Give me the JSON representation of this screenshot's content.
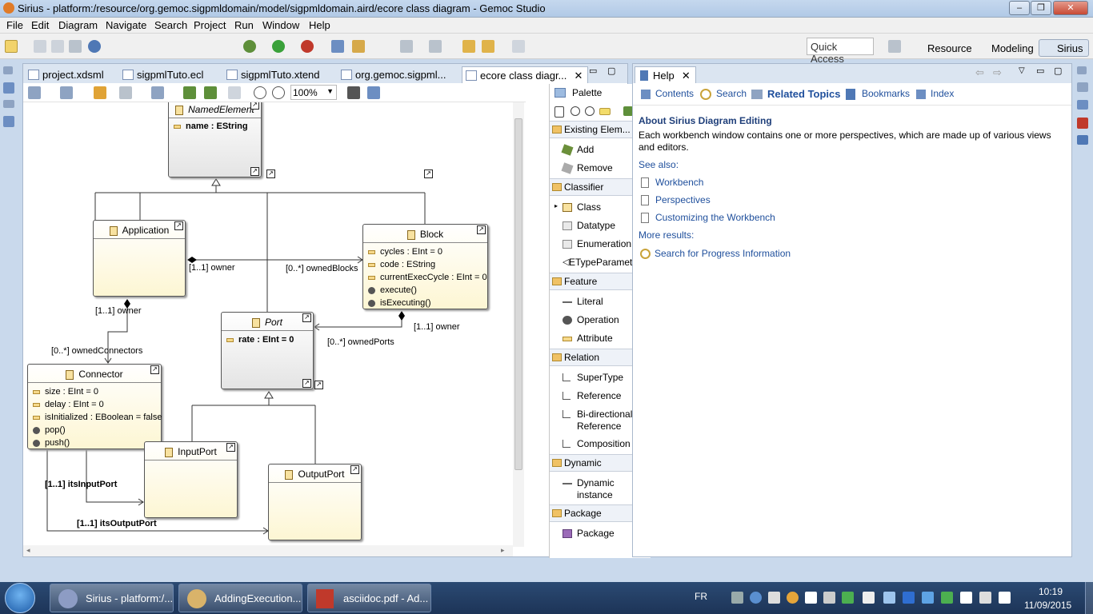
{
  "window": {
    "title": "Sirius - platform:/resource/org.gemoc.sigpmldomain/model/sigpmldomain.aird/ecore class diagram - Gemoc Studio"
  },
  "menu": [
    "File",
    "Edit",
    "Diagram",
    "Navigate",
    "Search",
    "Project",
    "Run",
    "Window",
    "Help"
  ],
  "toolbar": {
    "quick_access": "Quick Access",
    "perspectives": [
      "Resource",
      "Modeling",
      "Sirius"
    ]
  },
  "editor_tabs": [
    "project.xdsml",
    "sigpmlTuto.ecl",
    "sigpmlTuto.xtend",
    "org.gemoc.sigpml...",
    "ecore class diagr..."
  ],
  "diagram_toolbar": {
    "zoom": "100%"
  },
  "classes": {
    "named_element": {
      "name": "NamedElement",
      "attrs": [
        "name : EString"
      ]
    },
    "application": {
      "name": "Application"
    },
    "block": {
      "name": "Block",
      "attrs": [
        "cycles : EInt = 0",
        "code : EString",
        "currentExecCycle : EInt = 0"
      ],
      "ops": [
        "execute()",
        "isExecuting()"
      ]
    },
    "port": {
      "name": "Port",
      "attrs": [
        "rate : EInt = 0"
      ]
    },
    "connector": {
      "name": "Connector",
      "attrs": [
        "size : EInt = 0",
        "delay : EInt = 0",
        "isInitialized : EBoolean = false"
      ],
      "ops": [
        "pop()",
        "push()"
      ]
    },
    "input_port": {
      "name": "InputPort"
    },
    "output_port": {
      "name": "OutputPort"
    }
  },
  "edge_labels": {
    "app_owner": "[1..1] owner",
    "owned_blocks": "[0..*] ownedBlocks",
    "conn_owner": "[1..1] owner",
    "owned_connectors": "[0..*] ownedConnectors",
    "block_owner": "[1..1] owner",
    "owned_ports": "[0..*] ownedPorts",
    "its_input": "[1..1] itsInputPort",
    "its_output": "[1..1] itsOutputPort"
  },
  "palette": {
    "title": "Palette",
    "groups": [
      {
        "label": "Existing Elem...",
        "items": [
          "Add",
          "Remove"
        ]
      },
      {
        "label": "Classifier",
        "items": [
          "Class",
          "Datatype",
          "Enumeration",
          "ETypeParameter"
        ]
      },
      {
        "label": "Feature",
        "items": [
          "Literal",
          "Operation",
          "Attribute"
        ]
      },
      {
        "label": "Relation",
        "items": [
          "SuperType",
          "Reference",
          "Bi-directional Reference",
          "Composition"
        ]
      },
      {
        "label": "Dynamic",
        "items": [
          "Dynamic instance"
        ]
      },
      {
        "label": "Package",
        "items": [
          "Package"
        ]
      }
    ]
  },
  "help": {
    "tab": "Help",
    "nav": [
      "Contents",
      "Search",
      "Related Topics",
      "Bookmarks",
      "Index"
    ],
    "heading": "About Sirius Diagram Editing",
    "body": "Each workbench window contains one or more perspectives, which are made up of various views and editors.",
    "see_also": "See also:",
    "links": [
      "Workbench",
      "Perspectives",
      "Customizing the Workbench"
    ],
    "more_results": "More results:",
    "search_link": "Search for Progress Information"
  },
  "taskbar": {
    "apps": [
      "Sirius - platform:/...",
      "AddingExecution...",
      "asciidoc.pdf - Ad..."
    ],
    "lang": "FR",
    "time": "10:19",
    "date": "11/09/2015"
  }
}
